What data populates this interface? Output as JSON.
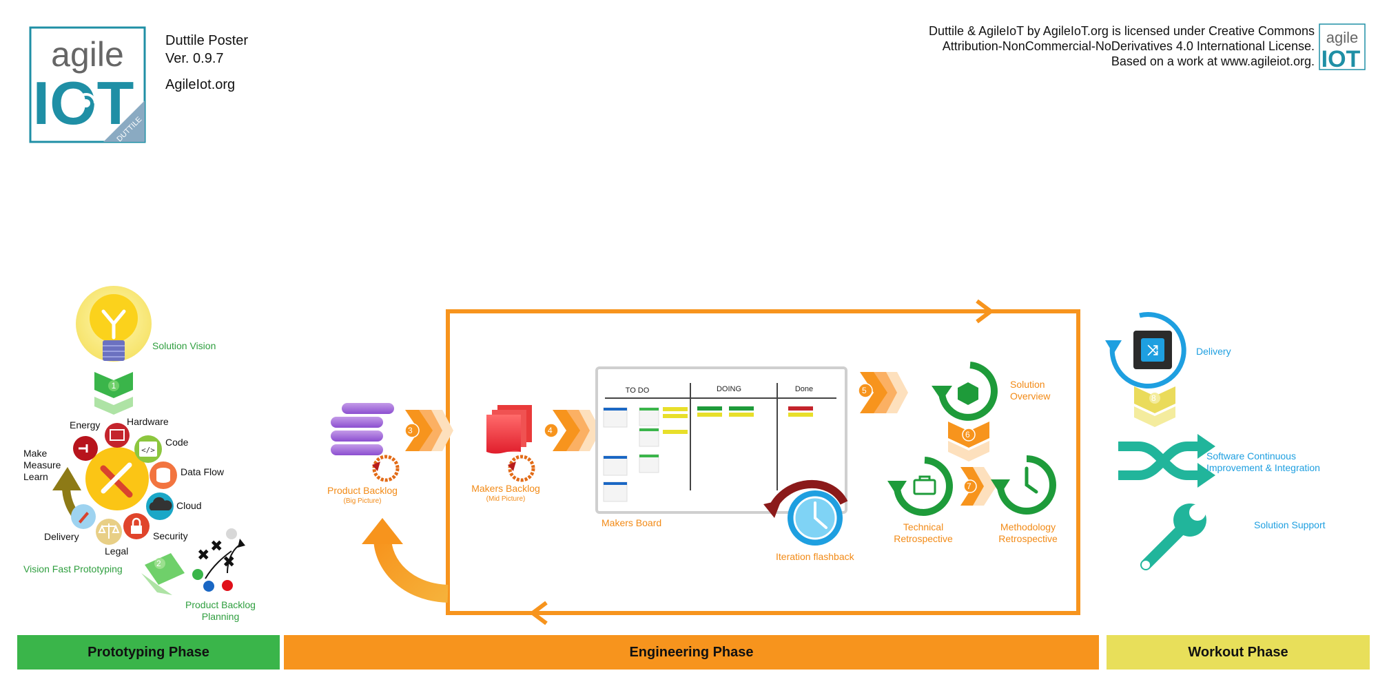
{
  "header": {
    "logo_word": "agile",
    "logo_iot": "IOT",
    "logo_tag": "DUTTILE",
    "poster_title": "Duttile Poster",
    "version": "Ver. 0.9.7",
    "site": "AgileIot.org"
  },
  "license": {
    "line1": "Duttile & AgileIoT by AgileIoT.org is licensed under Creative Commons",
    "line2": "Attribution-NonCommercial-NoDerivatives 4.0 International License.",
    "line3": "Based on a work at www.agileiot.org.",
    "small_logo_word": "agile",
    "small_logo_iot": "IOT"
  },
  "prototyping": {
    "solution_vision": "Solution Vision",
    "step1": "1",
    "energy": "Energy",
    "hardware": "Hardware",
    "code": "Code",
    "data_flow": "Data Flow",
    "cloud": "Cloud",
    "security": "Security",
    "legal": "Legal",
    "delivery": "Delivery",
    "make": "Make",
    "measure": "Measure",
    "learn": "Learn",
    "vision_fast": "Vision Fast Prototyping",
    "step2": "2",
    "pbp_line1": "Product Backlog",
    "pbp_line2": "Planning"
  },
  "engineering": {
    "product_backlog": "Product Backlog",
    "big_picture": "(Big Picture)",
    "step3": "3",
    "makers_backlog": "Makers Backlog",
    "mid_picture": "(Mid Picture)",
    "step4": "4",
    "board_todo": "TO DO",
    "board_doing": "DOING",
    "board_done": "Done",
    "makers_board": "Makers Board",
    "iteration_flashback": "Iteration flashback",
    "step5": "5",
    "solution_overview_1": "Solution",
    "solution_overview_2": "Overview",
    "step6": "6",
    "step7": "7",
    "tech_retro_1": "Technical",
    "tech_retro_2": "Retrospective",
    "meth_retro_1": "Methodology",
    "meth_retro_2": "Retrospective"
  },
  "workout": {
    "delivery": "Delivery",
    "step8": "8",
    "sci_1": "Software Continuous",
    "sci_2": "Improvement & Integration",
    "solution_support": "Solution Support"
  },
  "phases": {
    "prototyping": "Prototyping Phase",
    "engineering": "Engineering Phase",
    "workout": "Workout Phase"
  },
  "colors": {
    "green": "#3ab54a",
    "orange": "#f7941d",
    "yellow": "#e8df5a",
    "teal": "#1f8fa5",
    "blue": "#1e9fe0",
    "workout_teal": "#21b59b"
  }
}
